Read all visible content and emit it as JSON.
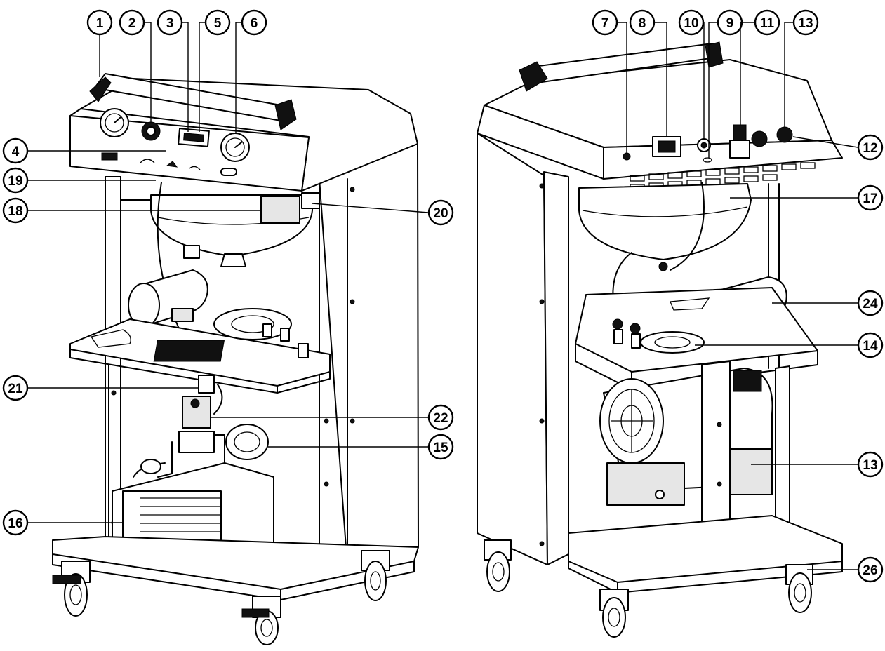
{
  "callouts": [
    {
      "id": "1",
      "label": "1"
    },
    {
      "id": "2",
      "label": "2"
    },
    {
      "id": "3",
      "label": "3"
    },
    {
      "id": "5",
      "label": "5"
    },
    {
      "id": "6",
      "label": "6"
    },
    {
      "id": "4",
      "label": "4"
    },
    {
      "id": "19",
      "label": "19"
    },
    {
      "id": "18",
      "label": "18"
    },
    {
      "id": "20",
      "label": "20"
    },
    {
      "id": "21",
      "label": "21"
    },
    {
      "id": "22",
      "label": "22"
    },
    {
      "id": "15",
      "label": "15"
    },
    {
      "id": "16",
      "label": "16"
    },
    {
      "id": "7",
      "label": "7"
    },
    {
      "id": "8",
      "label": "8"
    },
    {
      "id": "10",
      "label": "10"
    },
    {
      "id": "9",
      "label": "9"
    },
    {
      "id": "11",
      "label": "11"
    },
    {
      "id": "13a",
      "label": "13"
    },
    {
      "id": "12",
      "label": "12"
    },
    {
      "id": "17",
      "label": "17"
    },
    {
      "id": "24",
      "label": "24"
    },
    {
      "id": "14",
      "label": "14"
    },
    {
      "id": "13b",
      "label": "13"
    },
    {
      "id": "26",
      "label": "26"
    }
  ]
}
